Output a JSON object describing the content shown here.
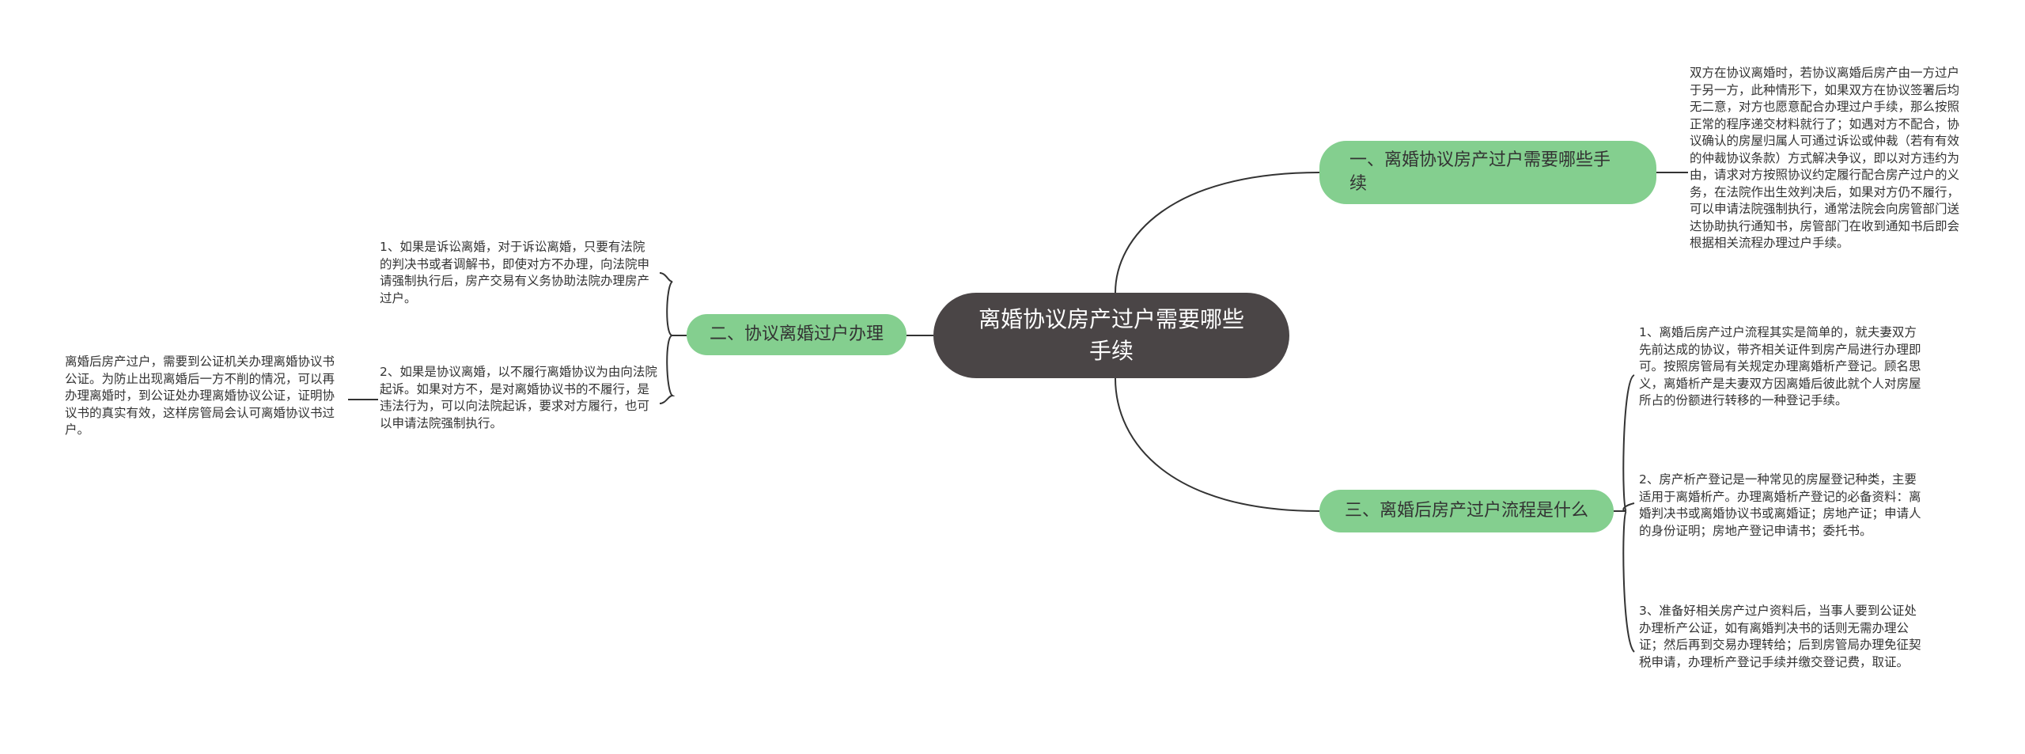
{
  "mindmap": {
    "root": "离婚协议房产过户需要哪些手续",
    "branches": [
      {
        "label": "一、离婚协议房产过户需要哪些手续",
        "leaves": [
          "双方在协议离婚时，若协议离婚后房产由一方过户于另一方，此种情形下，如果双方在协议签署后均无二意，对方也愿意配合办理过户手续，那么按照正常的程序递交材料就行了；如遇对方不配合，协议确认的房屋归属人可通过诉讼或仲裁（若有有效的仲裁协议条款）方式解决争议，即以对方违约为由，请求对方按照协议约定履行配合房产过户的义务，在法院作出生效判决后，如果对方仍不履行，可以申请法院强制执行，通常法院会向房管部门送达协助执行通知书，房管部门在收到通知书后即会根据相关流程办理过户手续。"
        ]
      },
      {
        "label": "二、协议离婚过户办理",
        "leaves": [
          "1、如果是诉讼离婚，对于诉讼离婚，只要有法院的判决书或者调解书，即使对方不办理，向法院申请强制执行后，房产交易有义务协助法院办理房产过户。",
          "2、如果是协议离婚，以不履行离婚协议为由向法院起诉。如果对方不，是对离婚协议书的不履行，是违法行为，可以向法院起诉，要求对方履行，也可以申请法院强制执行。"
        ],
        "subleaf": "离婚后房产过户，需要到公证机关办理离婚协议书公证。为防止出现离婚后一方不削的情况，可以再办理离婚时，到公证处办理离婚协议公证，证明协议书的真实有效，这样房管局会认可离婚协议书过户。"
      },
      {
        "label": "三、离婚后房产过户流程是什么",
        "leaves": [
          "1、离婚后房产过户流程其实是简单的，就夫妻双方先前达成的协议，带齐相关证件到房产局进行办理即可。按照房管局有关规定办理离婚析产登记。顾名思义，离婚析产是夫妻双方因离婚后彼此就个人对房屋所占的份额进行转移的一种登记手续。",
          "2、房产析产登记是一种常见的房屋登记种类，主要适用于离婚析产。办理离婚析产登记的必备资料：离婚判决书或离婚协议书或离婚证；房地产证；申请人的身份证明；房地产登记申请书；委托书。",
          "3、准备好相关房产过户资料后，当事人要到公证处办理析产公证，如有离婚判决书的话则无需办理公证；然后再到交易办理转给；后到房管局办理免征契税申请，办理析产登记手续并缴交登记费，取证。"
        ]
      }
    ]
  },
  "colors": {
    "root_bg": "#4a4546",
    "branch_bg": "#84cf8f",
    "line": "#333333"
  }
}
